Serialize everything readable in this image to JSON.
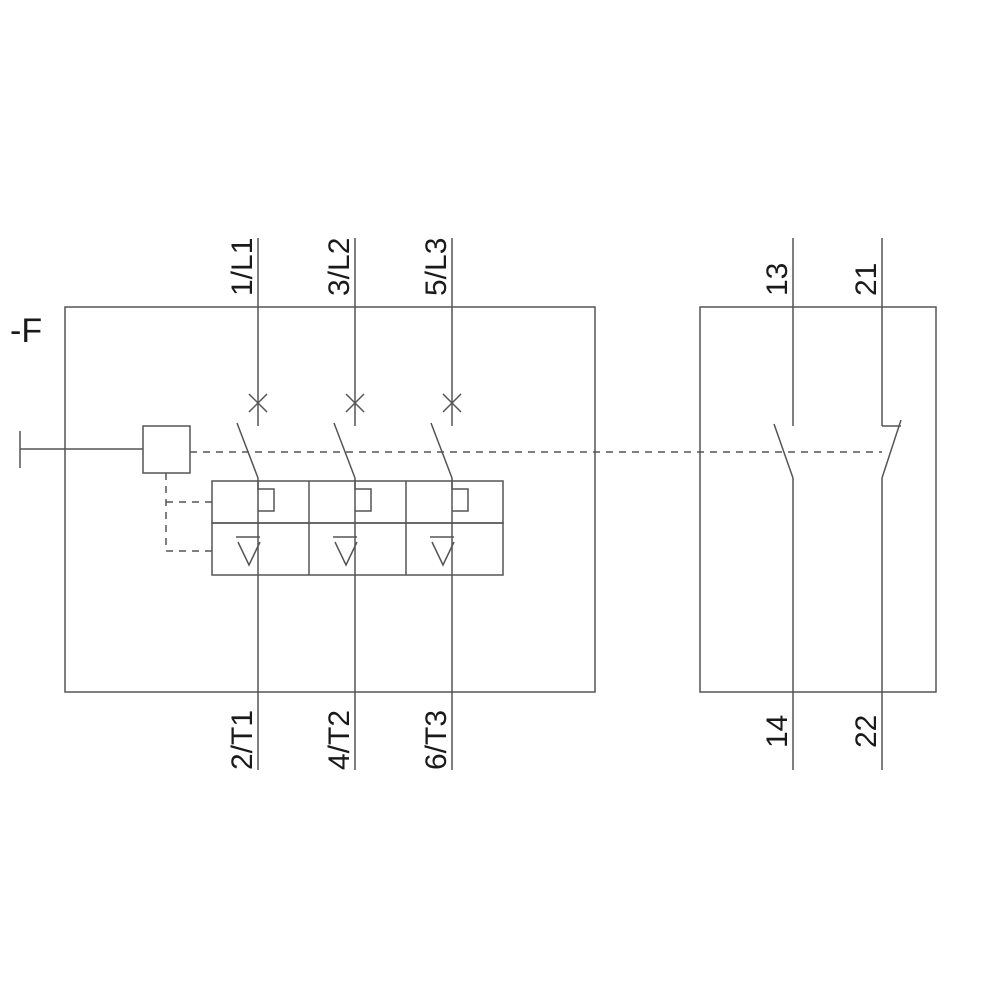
{
  "diagram": {
    "type": "electrical-schematic",
    "description": "Motor starter protector / circuit breaker wiring diagram with three main poles and auxiliary contacts",
    "device_label": "-F",
    "main_terminals": {
      "top": [
        "1/L1",
        "3/L2",
        "5/L3"
      ],
      "bottom": [
        "2/T1",
        "4/T2",
        "6/T3"
      ]
    },
    "aux_terminals": {
      "top": [
        "13",
        "21"
      ],
      "bottom": [
        "14",
        "22"
      ]
    },
    "symbols": [
      "breaker-function-cross-icon",
      "thermal-overload-release-icon",
      "magnetic-overcurrent-release-icon",
      "manual-actuator-icon",
      "mechanical-linkage-dashed-line"
    ],
    "colors": {
      "background": "#ffffff",
      "line": "#555555",
      "text": "#1a1a1a"
    }
  }
}
